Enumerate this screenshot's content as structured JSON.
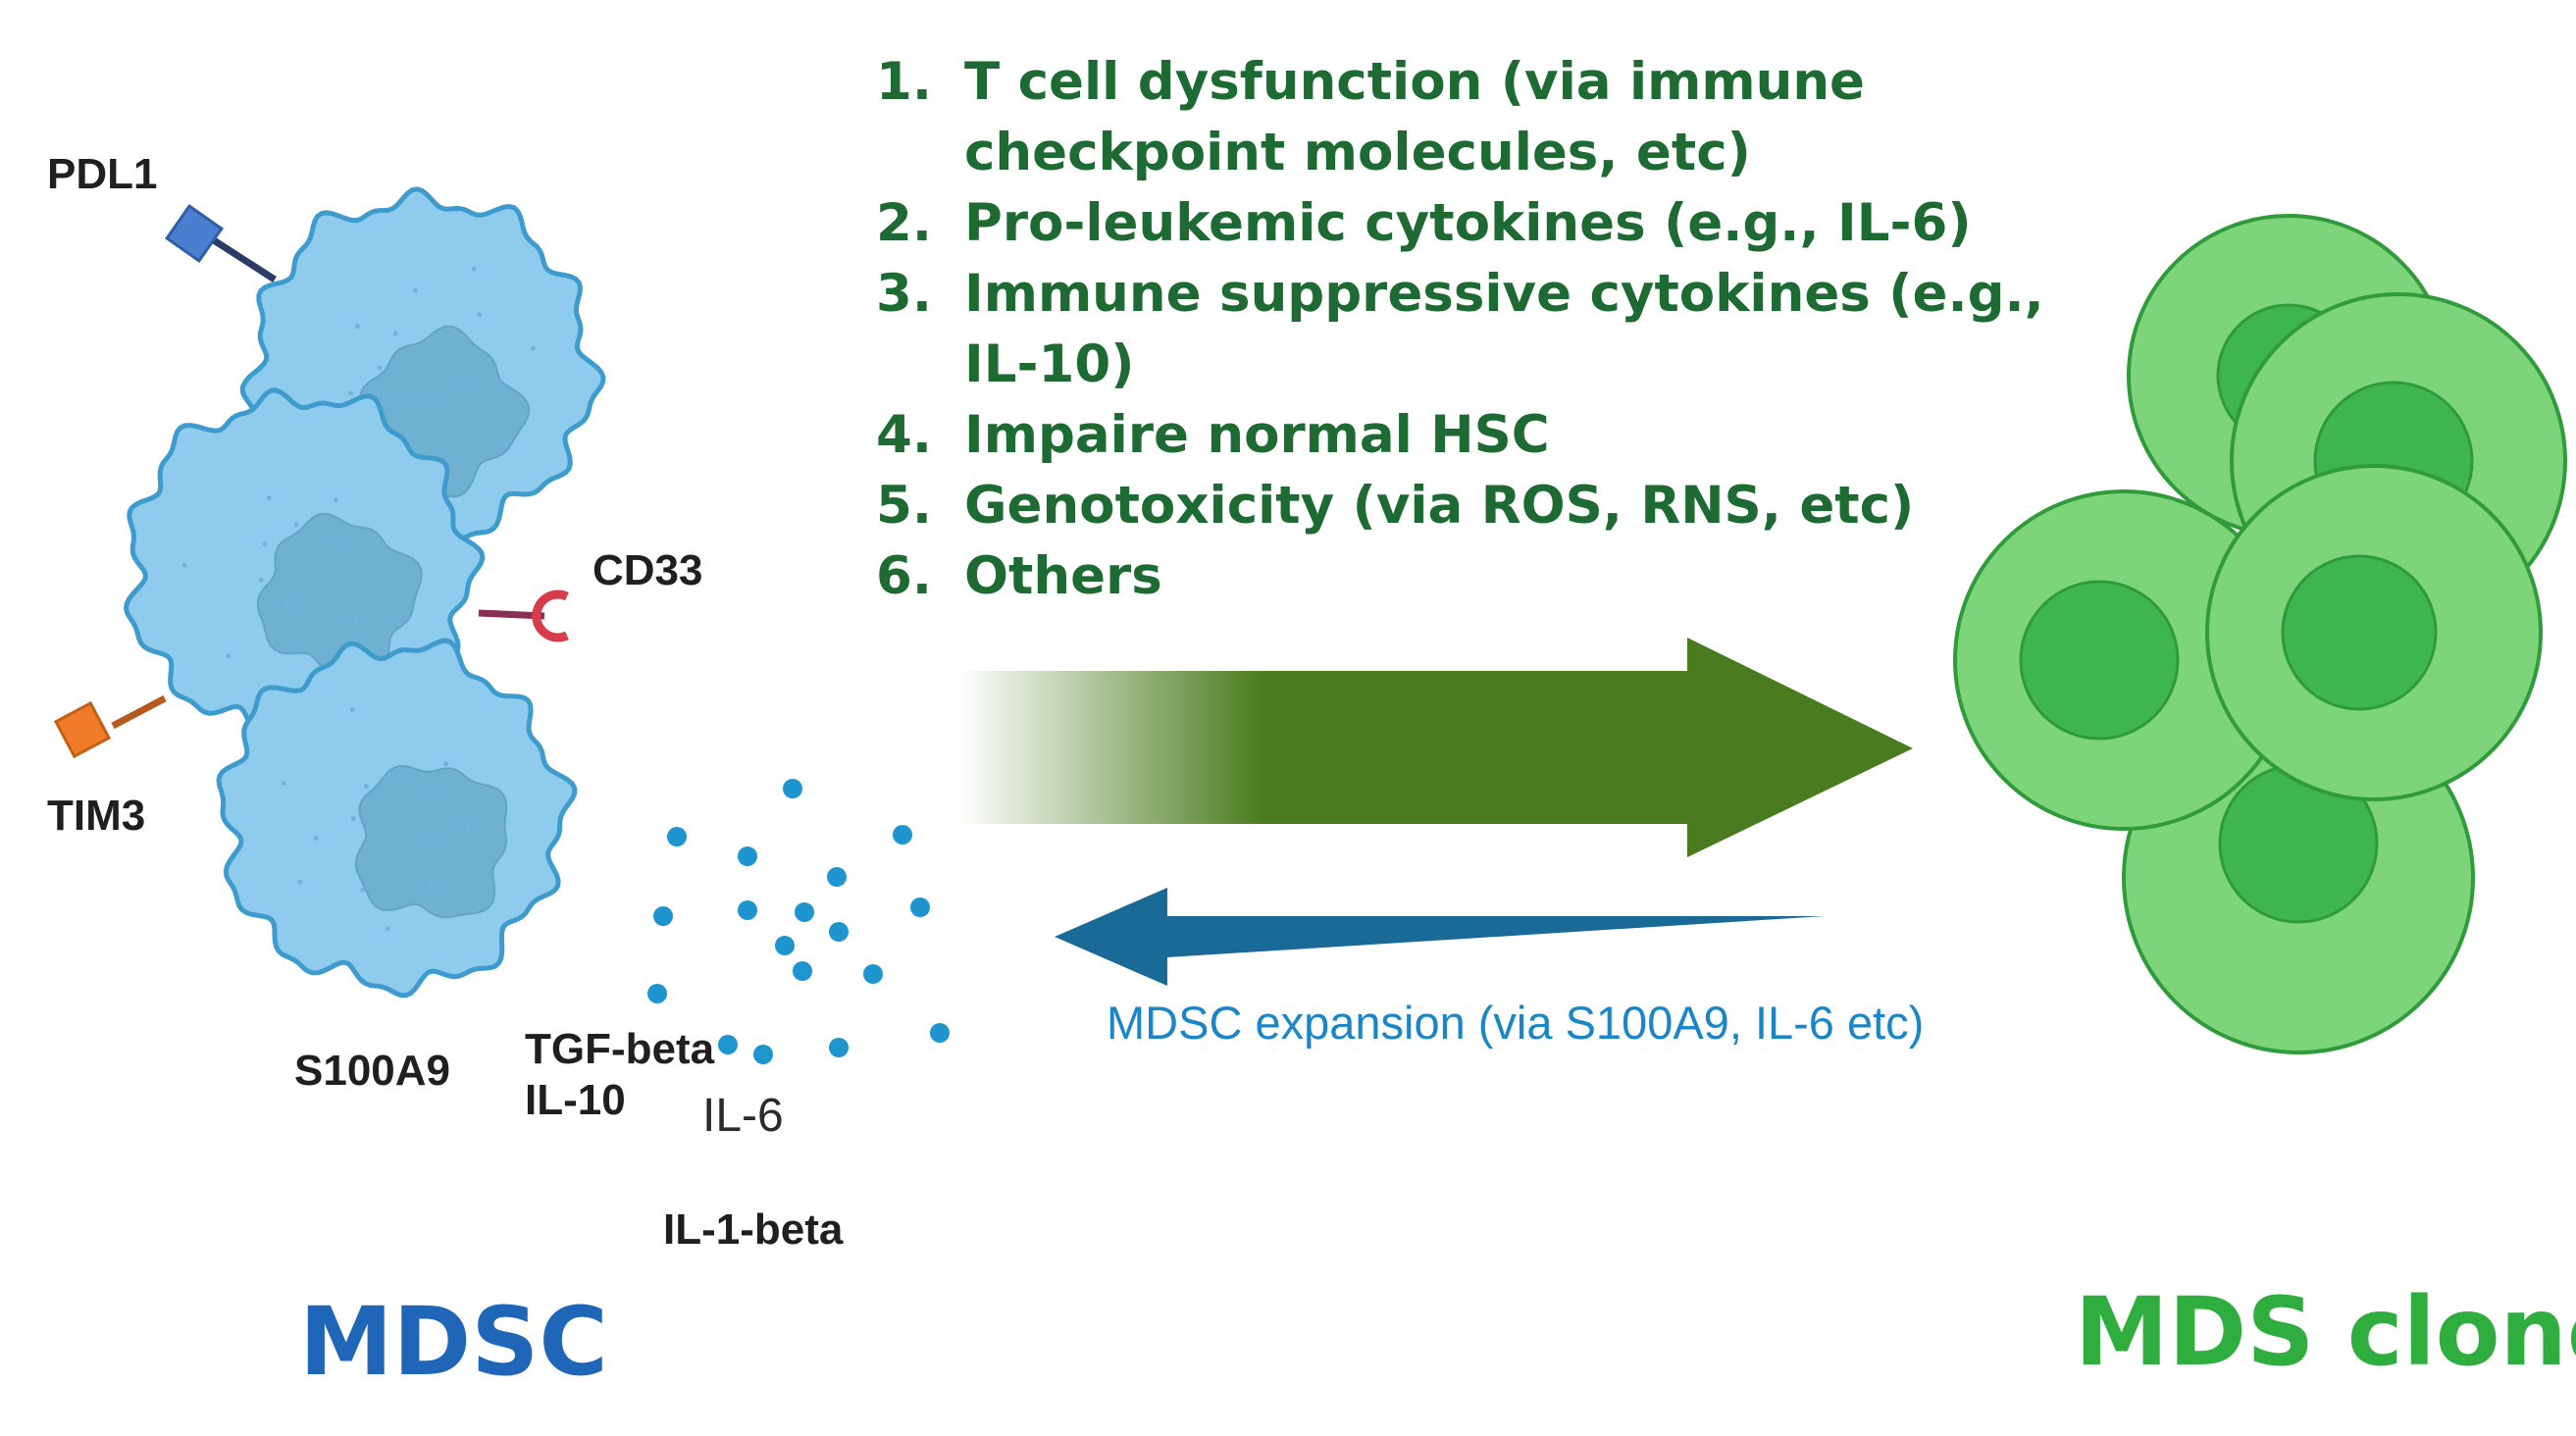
{
  "labels": {
    "pdl1": "PDL1",
    "cd33": "CD33",
    "tim3": "TIM3",
    "s100a9": "S100A9",
    "tgf_beta": "TGF-beta",
    "il10": "IL-10",
    "il6": "IL-6",
    "il1_beta": "IL-1-beta"
  },
  "mechanisms": [
    {
      "num": "1.",
      "text": "T cell dysfunction (via immune checkpoint molecules, etc)"
    },
    {
      "num": "2.",
      "text": "Pro-leukemic cytokines (e.g., IL-6)"
    },
    {
      "num": "3.",
      "text": "Immune suppressive cytokines (e.g., IL-10)"
    },
    {
      "num": "4.",
      "text": "Impaire normal HSC"
    },
    {
      "num": "5.",
      "text": "Genotoxicity (via ROS, RNS, etc)"
    },
    {
      "num": "6.",
      "text": "Others"
    }
  ],
  "expansion_label": "MDSC expansion (via S100A9, IL-6 etc)",
  "titles": {
    "mdsc": "MDSC",
    "mds_clone": "MDS clone"
  },
  "colors": {
    "mdsc_cell": "#8fcbec",
    "mdsc_outline": "#3e9bcd",
    "nucleus": "#66a9c9",
    "clone_cell": "#7ed47a",
    "clone_outline": "#2f9b3a",
    "clone_nucleus": "#3fb54f",
    "forward_arrow": "#4a7b1e",
    "back_arrow": "#1a6a98",
    "dots": "#1e95cf",
    "mechanism_text": "#1d6a32",
    "mdsc_title": "#1f66b8",
    "clone_title": "#2fae3f"
  }
}
